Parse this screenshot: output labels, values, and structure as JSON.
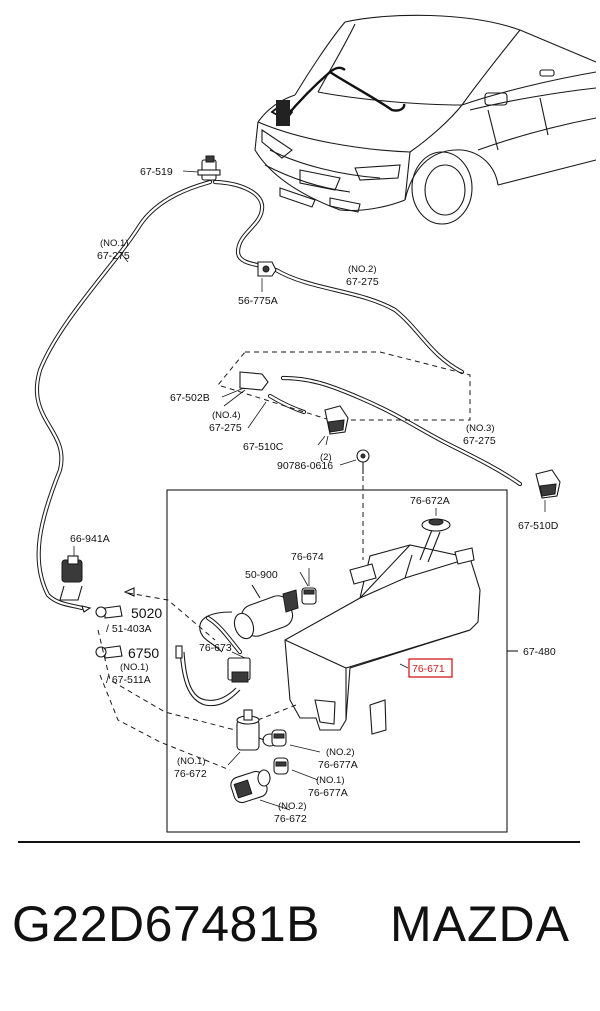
{
  "labels": {
    "l_67_519": "67-519",
    "l_no1_a": "(NO.1)",
    "l_67_275_a": "67-275",
    "l_56_775a": "56-775A",
    "l_no2_a": "(NO.2)",
    "l_67_275_b": "67-275",
    "l_67_502b": "67-502B",
    "l_no4": "(NO.4)",
    "l_67_275_c": "67-275",
    "l_67_510c": "67-510C",
    "l_2": "(2)",
    "l_90786": "90786-0616",
    "l_no3": "(NO.3)",
    "l_67_275_d": "67-275",
    "l_67_510d": "67-510D",
    "l_76_672a": "76-672A",
    "l_66_941a": "66-941A",
    "l_76_674": "76-674",
    "l_50_900": "50-900",
    "l_5020": "5020",
    "l_51_403a": "/ 51-403A",
    "l_6750": "6750",
    "l_no1_b": "(NO.1)",
    "l_67_511a": "/ 67-511A",
    "l_76_673": "76-673",
    "l_76_671": "76-671",
    "l_67_480": "67-480",
    "l_no2_b": "(NO.2)",
    "l_76_677a_a": "76-677A",
    "l_no1_c": "(NO.1)",
    "l_76_672_a": "76-672",
    "l_no1_d": "(NO.1)",
    "l_76_677a_b": "76-677A",
    "l_no2_c": "(NO.2)",
    "l_76_672_b": "76-672"
  },
  "caption": {
    "part_number": "G22D67481B",
    "brand": "MAZDA"
  },
  "colors": {
    "highlight": "#d21a1a",
    "line": "#1a1a1a"
  }
}
